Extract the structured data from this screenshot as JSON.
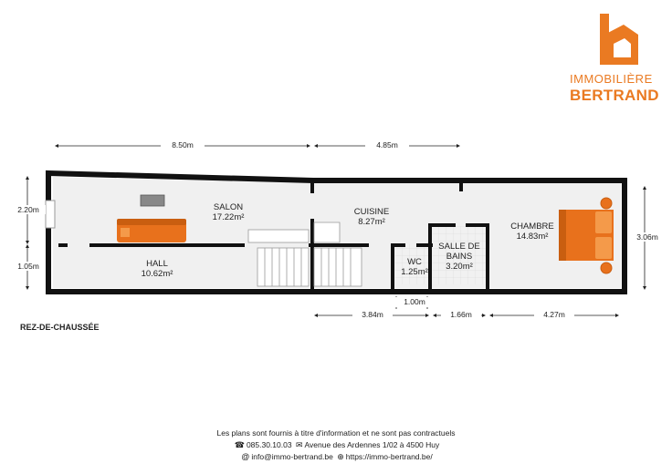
{
  "brand": {
    "line1": "IMMOBILIÈRE",
    "line2": "BERTRAND",
    "accent": "#ea7a22",
    "icon": "house-b-logo-icon"
  },
  "floor_label": "REZ-DE-CHAUSSÉE",
  "rooms": {
    "salon": {
      "name": "SALON",
      "area": "17.22m²"
    },
    "cuisine": {
      "name": "CUISINE",
      "area": "8.27m²"
    },
    "hall": {
      "name": "HALL",
      "area": "10.62m²"
    },
    "wc": {
      "name": "WC",
      "area": "1.25m²"
    },
    "sdb": {
      "name_line1": "SALLE DE",
      "name_line2": "BAINS",
      "area": "3.20m²"
    },
    "chambre": {
      "name": "CHAMBRE",
      "area": "14.83m²"
    }
  },
  "dimensions": {
    "top_left": "8.50m",
    "top_right": "4.85m",
    "left_upper": "2.20m",
    "left_lower": "1.05m",
    "right": "3.06m",
    "wc_width": "1.00m",
    "bottom_1": "3.84m",
    "bottom_2": "1.66m",
    "bottom_3": "4.27m"
  },
  "footer": {
    "disclaimer": "Les plans sont fournis à titre d'information et ne sont pas contractuels",
    "phone": "085.30.10.03",
    "address": "Avenue des Ardennes 1/02 à 4500 Huy",
    "email": "info@immo-bertrand.be",
    "website": "https://immo-bertrand.be/",
    "phone_icon": "phone-icon",
    "address_icon": "mailbox-icon",
    "email_icon": "at-icon",
    "web_icon": "globe-icon"
  }
}
